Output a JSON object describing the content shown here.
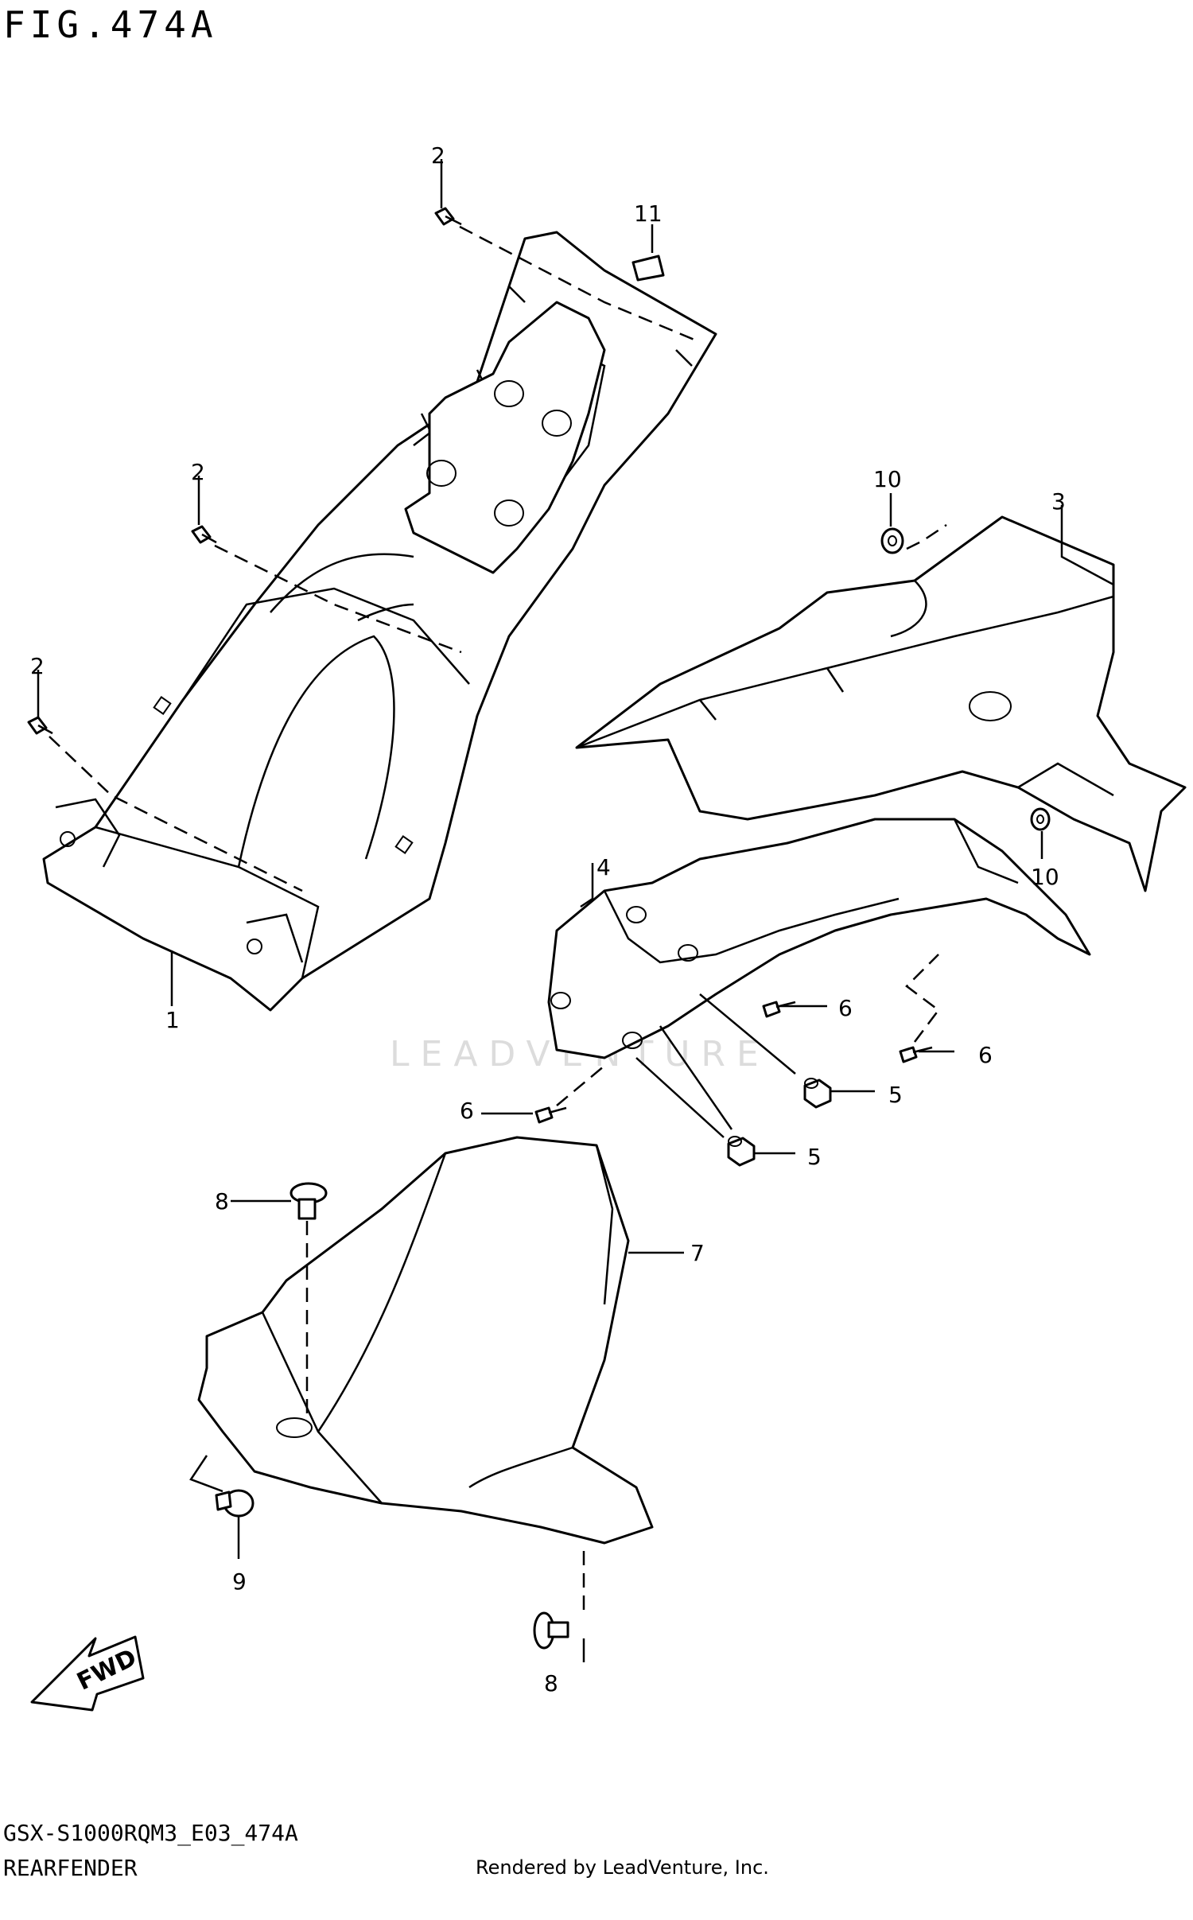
{
  "figure": {
    "title": "FIG.474A",
    "code": "GSX-S1000RQM3_E03_474A",
    "name": "REARFENDER",
    "credit": "Rendered by LeadVenture, Inc.",
    "watermark": "LEADVENTURE"
  },
  "callouts": {
    "c1": "1",
    "c2a": "2",
    "c2b": "2",
    "c2c": "2",
    "c3": "3",
    "c4": "4",
    "c5a": "5",
    "c5b": "5",
    "c6a": "6",
    "c6b": "6",
    "c6c": "6",
    "c7": "7",
    "c8a": "8",
    "c8b": "8",
    "c9": "9",
    "c10a": "10",
    "c10b": "10",
    "c11": "11"
  },
  "fwd_label": "FWD"
}
